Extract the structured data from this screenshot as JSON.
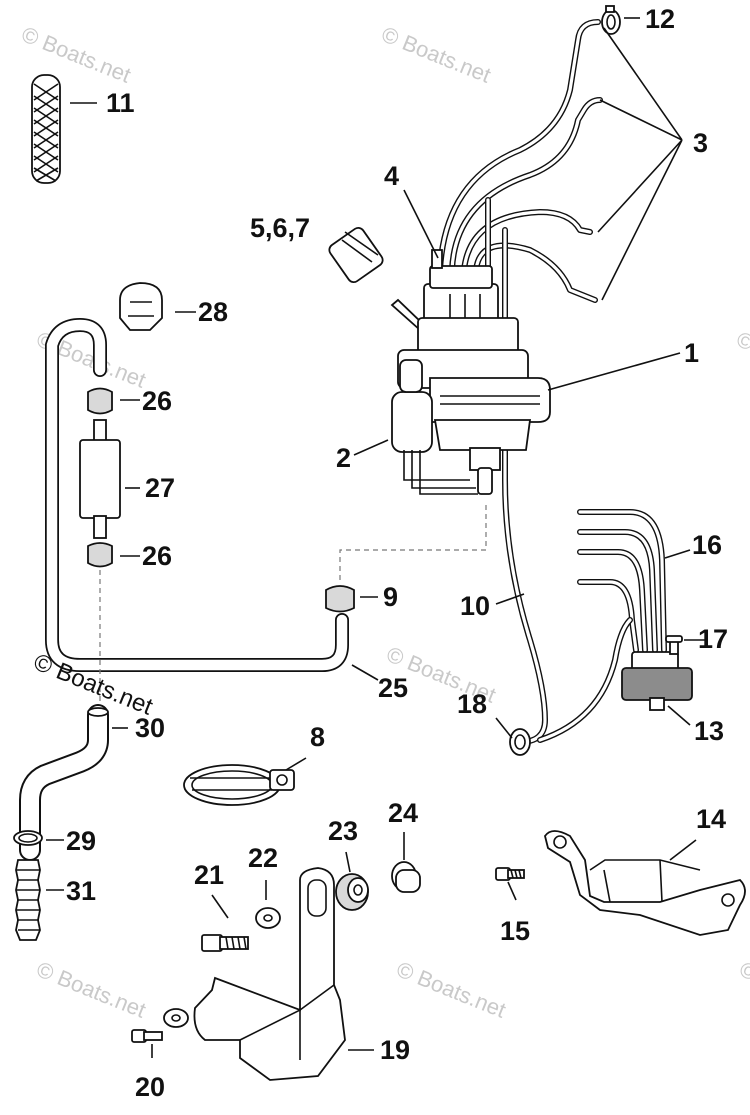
{
  "diagram": {
    "watermark_text": "© Boats.net",
    "copyright_text": "© Boats.net",
    "callouts": [
      {
        "id": "1",
        "label": "1"
      },
      {
        "id": "2",
        "label": "2"
      },
      {
        "id": "3",
        "label": "3"
      },
      {
        "id": "4",
        "label": "4"
      },
      {
        "id": "5-6-7",
        "label": "5,6,7"
      },
      {
        "id": "8",
        "label": "8"
      },
      {
        "id": "9",
        "label": "9"
      },
      {
        "id": "10",
        "label": "10"
      },
      {
        "id": "11",
        "label": "11"
      },
      {
        "id": "12",
        "label": "12"
      },
      {
        "id": "13",
        "label": "13"
      },
      {
        "id": "14",
        "label": "14"
      },
      {
        "id": "15",
        "label": "15"
      },
      {
        "id": "16",
        "label": "16"
      },
      {
        "id": "17",
        "label": "17"
      },
      {
        "id": "18",
        "label": "18"
      },
      {
        "id": "19",
        "label": "19"
      },
      {
        "id": "20",
        "label": "20"
      },
      {
        "id": "21",
        "label": "21"
      },
      {
        "id": "22",
        "label": "22"
      },
      {
        "id": "23",
        "label": "23"
      },
      {
        "id": "24",
        "label": "24"
      },
      {
        "id": "25",
        "label": "25"
      },
      {
        "id": "26a",
        "label": "26"
      },
      {
        "id": "26b",
        "label": "26"
      },
      {
        "id": "27",
        "label": "27"
      },
      {
        "id": "28",
        "label": "28"
      },
      {
        "id": "29",
        "label": "29"
      },
      {
        "id": "30",
        "label": "30"
      },
      {
        "id": "31",
        "label": "31"
      }
    ]
  }
}
